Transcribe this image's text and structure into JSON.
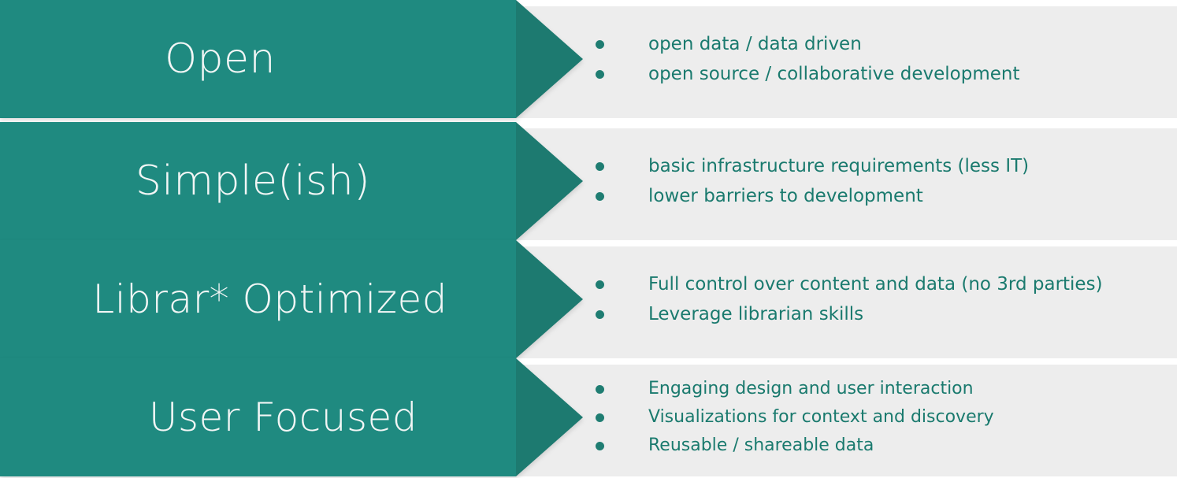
{
  "diagram": {
    "title": "Principles arrow diagram",
    "colors": {
      "arrow_body": "#1f8a80",
      "arrow_head": "#1d7a70",
      "panel_background": "#ededed",
      "page_background": "#ffffff",
      "label_text": "#f2f6f5",
      "bullet_text": "#1a7a6e",
      "bullet_dot": "#1f7d72"
    },
    "rows": [
      {
        "label": "Open",
        "bullets": [
          "open data / data driven",
          "open source / collaborative development"
        ]
      },
      {
        "label": "Simple(ish)",
        "bullets": [
          "basic infrastructure requirements (less IT)",
          "lower barriers to development"
        ]
      },
      {
        "label": "Librar* Optimized",
        "bullets": [
          "Full control over content and data (no 3rd parties)",
          "Leverage librarian skills"
        ]
      },
      {
        "label": "User Focused",
        "bullets": [
          "Engaging design and user interaction",
          "Visualizations for context and discovery",
          "Reusable / shareable data"
        ]
      }
    ]
  }
}
